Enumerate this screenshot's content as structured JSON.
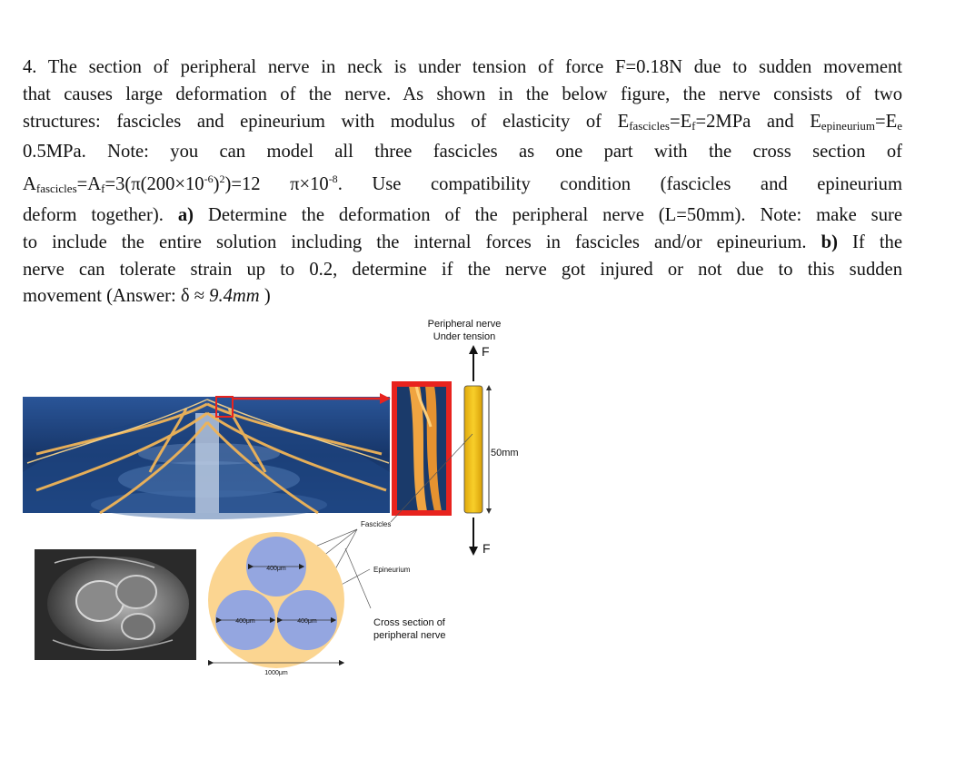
{
  "problem": {
    "number": "4.",
    "line1": "The section of peripheral nerve in neck is under tension of force F=0.18N due to sudden movement",
    "line2": "that causes large deformation of the nerve. As shown in the below figure, the nerve consists of two",
    "line3_a": "structures: fascicles and epineurium with modulus of elasticity of E",
    "line3_sub1": "fascicles",
    "line3_b": "=E",
    "line3_sub2": "f",
    "line3_c": "=2MPa and E",
    "line3_sub3": "epineurium",
    "line3_d": "=E",
    "line3_sub4": "e",
    "line4": "0.5MPa. Note: you can model all three fascicles as one part with the cross section of",
    "line5_a": "A",
    "line5_sub1": "fascicles",
    "line5_b": "=A",
    "line5_sub2": "f",
    "line5_c": "=3(π(200×10",
    "line5_sup1": "-6",
    "line5_d": ")",
    "line5_sup2": "2",
    "line5_e": ")=12 π×10",
    "line5_sup3": "-8",
    "line5_f": ". Use compatibility condition (fascicles and epineurium",
    "line6_a": "deform together). ",
    "line6_bold": "a)",
    "line6_b": " Determine the deformation of the peripheral nerve (L=50mm). Note: make sure",
    "line7": "to include the entire solution including the internal forces in fascicles and/or epineurium. ",
    "line7_bold": "b)",
    "line7_b": " If the",
    "line8": "nerve can tolerate strain up to 0.2, determine if the nerve got injured or not due to this sudden",
    "line9_a": "movement (Answer: δ ≈ ",
    "line9_ital": "9.4mm",
    "line9_b": " )"
  },
  "figure": {
    "title_line1": "Peripheral nerve",
    "title_line2": "Under tension",
    "force_top": "F",
    "force_bottom": "F",
    "length_label": "50mm",
    "fascicles_label": "Fascicles",
    "epineurium_label": "Epineurium",
    "cross_section_line1": "Cross section of",
    "cross_section_line2": "peripheral nerve",
    "dim_top_circle": "400μm",
    "dim_left_circle": "400μm",
    "dim_right_circle": "400μm",
    "dim_outer": "1000μm",
    "colors": {
      "epineurium": "#fbd591",
      "fascicle": "#94a6e0",
      "nerve_rod": "#f5c31b",
      "highlight": "#e8231e",
      "spine_bg": "#1b3c78"
    }
  }
}
